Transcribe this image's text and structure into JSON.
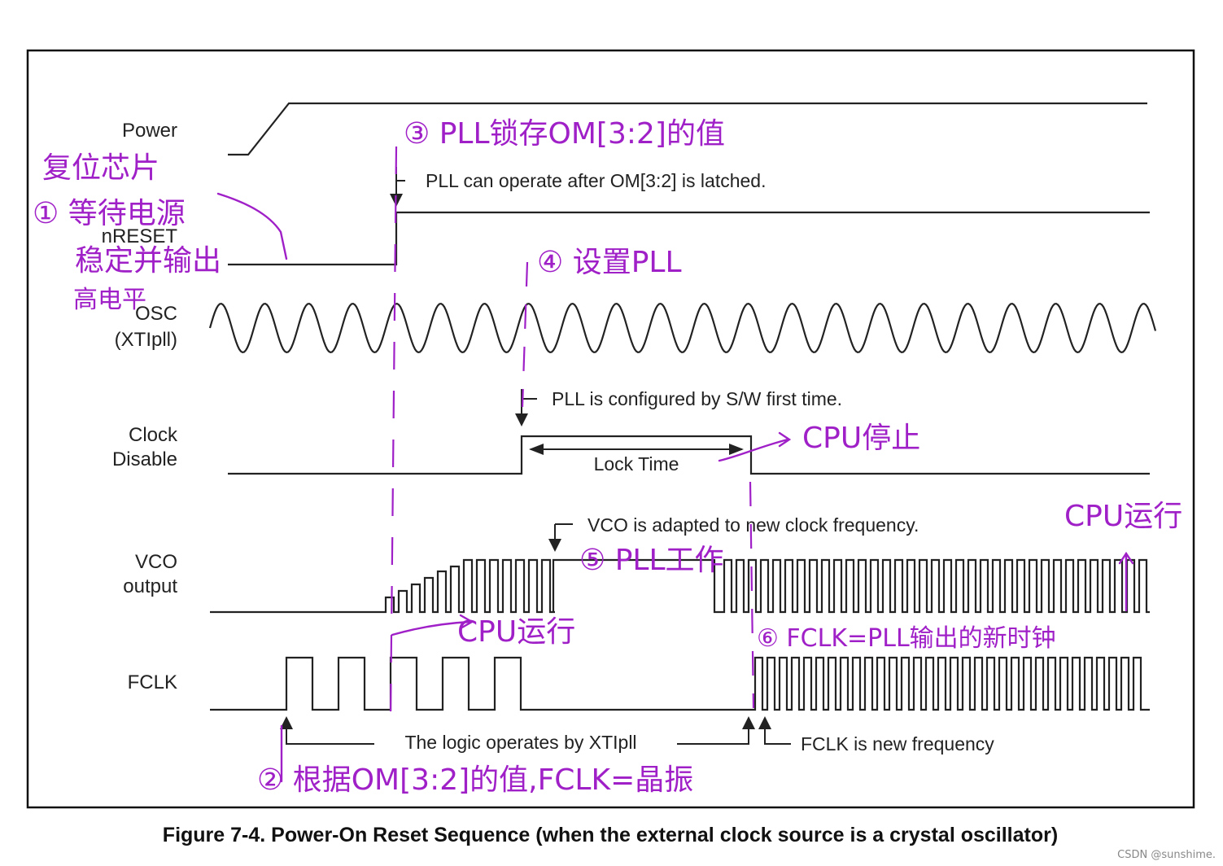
{
  "signals": {
    "power": "Power",
    "nreset": "nRESET",
    "osc_line1": "OSC",
    "osc_line2": "(XTIpll)",
    "clock_disable_line1": "Clock",
    "clock_disable_line2": "Disable",
    "vco_line1": "VCO",
    "vco_line2": "output",
    "fclk": "FCLK"
  },
  "annotations": {
    "pll_latched": "PLL can operate after OM[3:2] is latched.",
    "pll_configured": "PLL is configured by S/W first time.",
    "lock_time": "Lock Time",
    "vco_adapted": "VCO is adapted to new clock frequency.",
    "logic_xtipll": "The logic operates by XTIpll",
    "fclk_new": "FCLK is new frequency"
  },
  "handwritten": {
    "reset_chip": "复位芯片",
    "note1_line1": "① 等待电源",
    "note1_line2": "稳定并输出",
    "note1_line3": "高电平",
    "note3": "③ PLL锁存OM[3:2]的值",
    "note4": "④ 设置PLL",
    "cpu_stop": "CPU停止",
    "cpu_run_top": "CPU运行",
    "note5": "⑤ PLL工作",
    "cpu_run_mid": "CPU运行",
    "note6": "⑥ FCLK=PLL输出的新时钟",
    "note2": "② 根据OM[3:2]的值,FCLK=晶振"
  },
  "caption": "Figure 7-4. Power-On Reset Sequence (when the external clock source is a crystal oscillator)",
  "watermark": "CSDN @sunshime.",
  "colors": {
    "ink": "#222222",
    "handwriting": "#a020c8",
    "frame": "#111111"
  }
}
